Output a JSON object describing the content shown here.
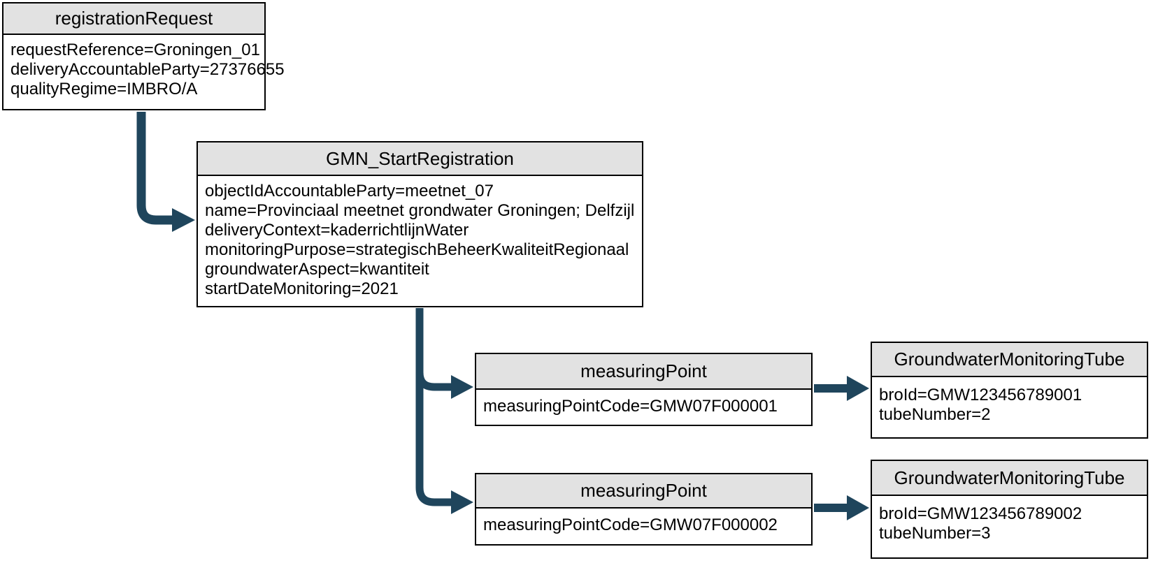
{
  "diagram": {
    "colors": {
      "arrow": "#1f455c",
      "header_fill": "#e2e2e2",
      "border": "#000000",
      "background": "#ffffff"
    },
    "nodes": {
      "registration_request": {
        "title": "registrationRequest",
        "attributes": [
          "requestReference=Groningen_01",
          "deliveryAccountableParty=27376655",
          "qualityRegime=IMBRO/A"
        ]
      },
      "gmn_start_registration": {
        "title": "GMN_StartRegistration",
        "attributes": [
          "objectIdAccountableParty=meetnet_07",
          "name=Provinciaal meetnet grondwater Groningen; Delfzijl",
          "deliveryContext=kaderrichtlijnWater",
          "monitoringPurpose=strategischBeheerKwaliteitRegionaal",
          "groundwaterAspect=kwantiteit",
          "startDateMonitoring=2021"
        ]
      },
      "measuring_point_1": {
        "title": "measuringPoint",
        "attributes": [
          "measuringPointCode=GMW07F000001"
        ]
      },
      "groundwater_monitoring_tube_1": {
        "title": "GroundwaterMonitoringTube",
        "attributes": [
          "broId=GMW123456789001",
          "tubeNumber=2"
        ]
      },
      "measuring_point_2": {
        "title": "measuringPoint",
        "attributes": [
          "measuringPointCode=GMW07F000002"
        ]
      },
      "groundwater_monitoring_tube_2": {
        "title": "GroundwaterMonitoringTube",
        "attributes": [
          "broId=GMW123456789002",
          "tubeNumber=3"
        ]
      }
    }
  }
}
